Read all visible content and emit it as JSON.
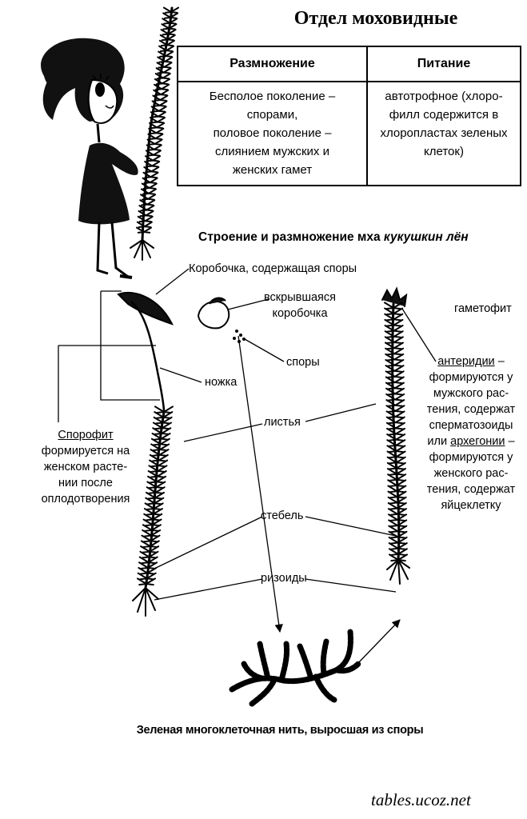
{
  "title": "Отдел моховидные",
  "table": {
    "headers": [
      "Размножение",
      "Питание"
    ],
    "reproduction_lines": [
      "Бесполое поколение –",
      "спорами,",
      "половое  поколение –",
      "слиянием мужских и",
      "женских гамет"
    ],
    "nutrition_lines": [
      "автотрофное (хлоро-",
      "филл содержится в",
      "хлоропластах зеленых",
      "клеток)"
    ]
  },
  "subtitle": {
    "text": "Строение и размножение мха ",
    "italic": "кукушкин лён"
  },
  "labels": {
    "capsule": "Коробочка, содержащая споры",
    "opened_capsule_lines": [
      "вскрывшаяся",
      "коробочка"
    ],
    "spores": "споры",
    "stalk": "ножка",
    "leaves": "листья",
    "stem": "стебель",
    "rhizoids": "ризоиды",
    "gametophyte": "гаметофит"
  },
  "sporophyte": {
    "term": "Спорофит",
    "lines": [
      "формируется на",
      "женском расте-",
      "нии после",
      "оплодотворения"
    ]
  },
  "organs": {
    "antheridia": "антеридии",
    "antheridia_dash": " –",
    "antheridia_lines": [
      "формируются у",
      "мужского рас-",
      "тения, содержат",
      "сперматозоиды"
    ],
    "or": "или ",
    "archegonia": "архегонии",
    "archegonia_dash": " –",
    "archegonia_lines": [
      "формируются у",
      "женского рас-",
      "тения, содержат",
      "яйцеклетку"
    ]
  },
  "caption": "Зеленая многоклеточная нить, выросшая из споры",
  "watermark": "tables.ucoz.net"
}
